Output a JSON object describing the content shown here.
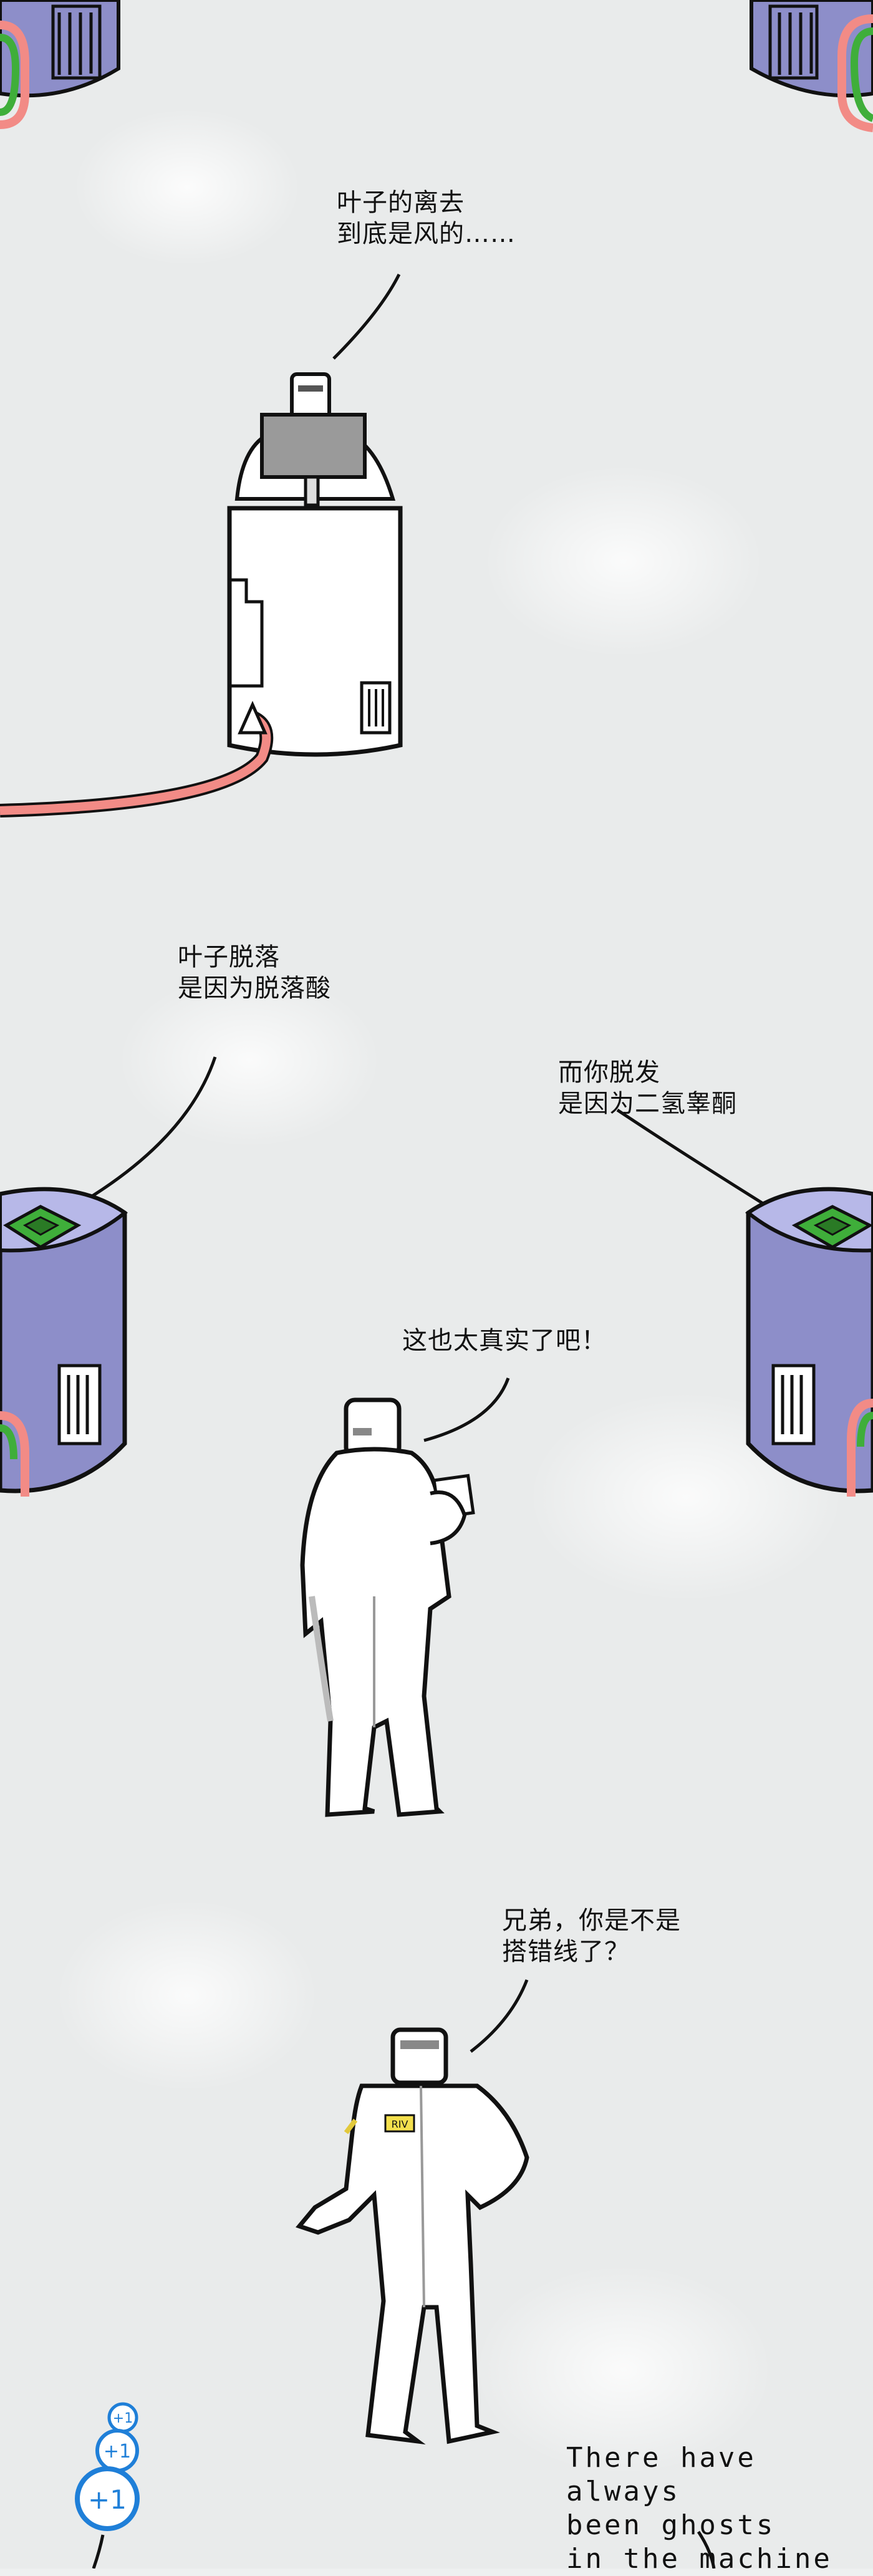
{
  "dialogue": {
    "panel1": "叶子的离去\n到底是风的……",
    "panel2_left": "叶子脱落\n是因为脱落酸",
    "panel2_right": "而你脱发\n是因为二氢睾酮",
    "panel3": "这也太真实了吧！",
    "panel4": "兄弟，你是不是\n搭错线了？",
    "panel5": "There have always\nbeen ghosts\nin the machine"
  },
  "badges": {
    "small": "+1",
    "medium": "+1",
    "large": "+1"
  },
  "suit_label": "RIV",
  "colors": {
    "cylinder": "#8d8ec9",
    "cylinder_top": "#b7b8e8",
    "chip": "#3fae3a",
    "cable": "#f28b86",
    "badge_blue": "#1f7fd8"
  }
}
